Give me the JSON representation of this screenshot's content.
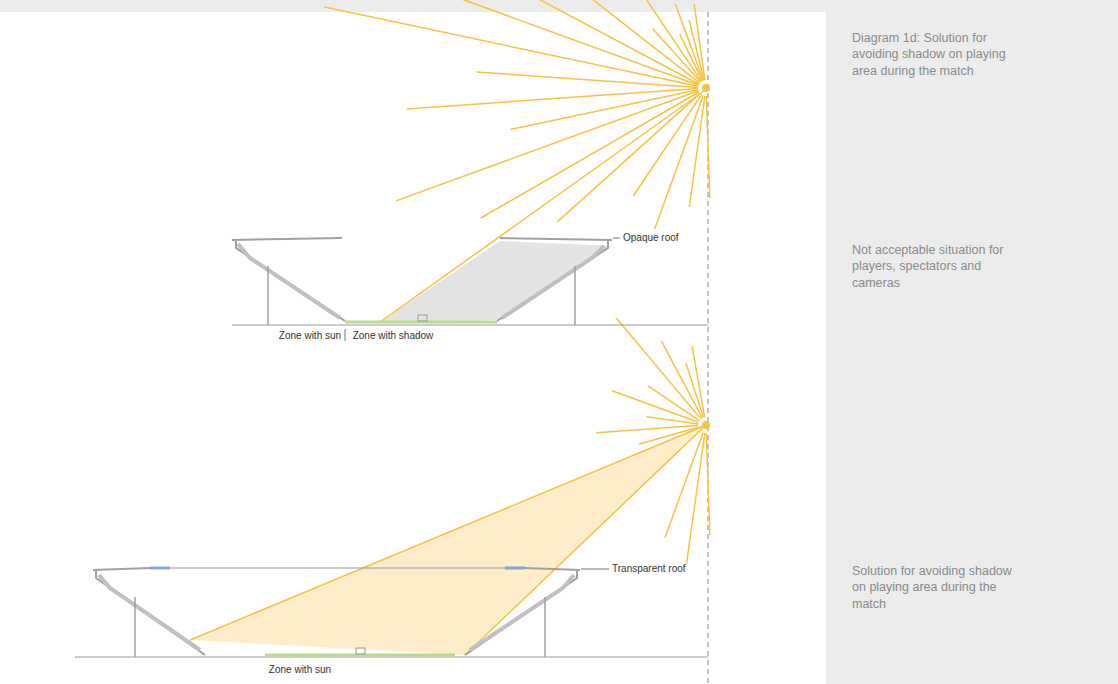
{
  "diagram": {
    "title": "Diagram 1d: Solution for avoiding shadow on playing area during the match",
    "labels": [
      "Opaque roof",
      "Zone with sun",
      "Zone with shadow",
      "Not acceptable situation for players, spectators and cameras",
      "Transparent roof",
      "Zone with sun",
      "Solution for avoiding shadow on playing area during the match"
    ]
  }
}
